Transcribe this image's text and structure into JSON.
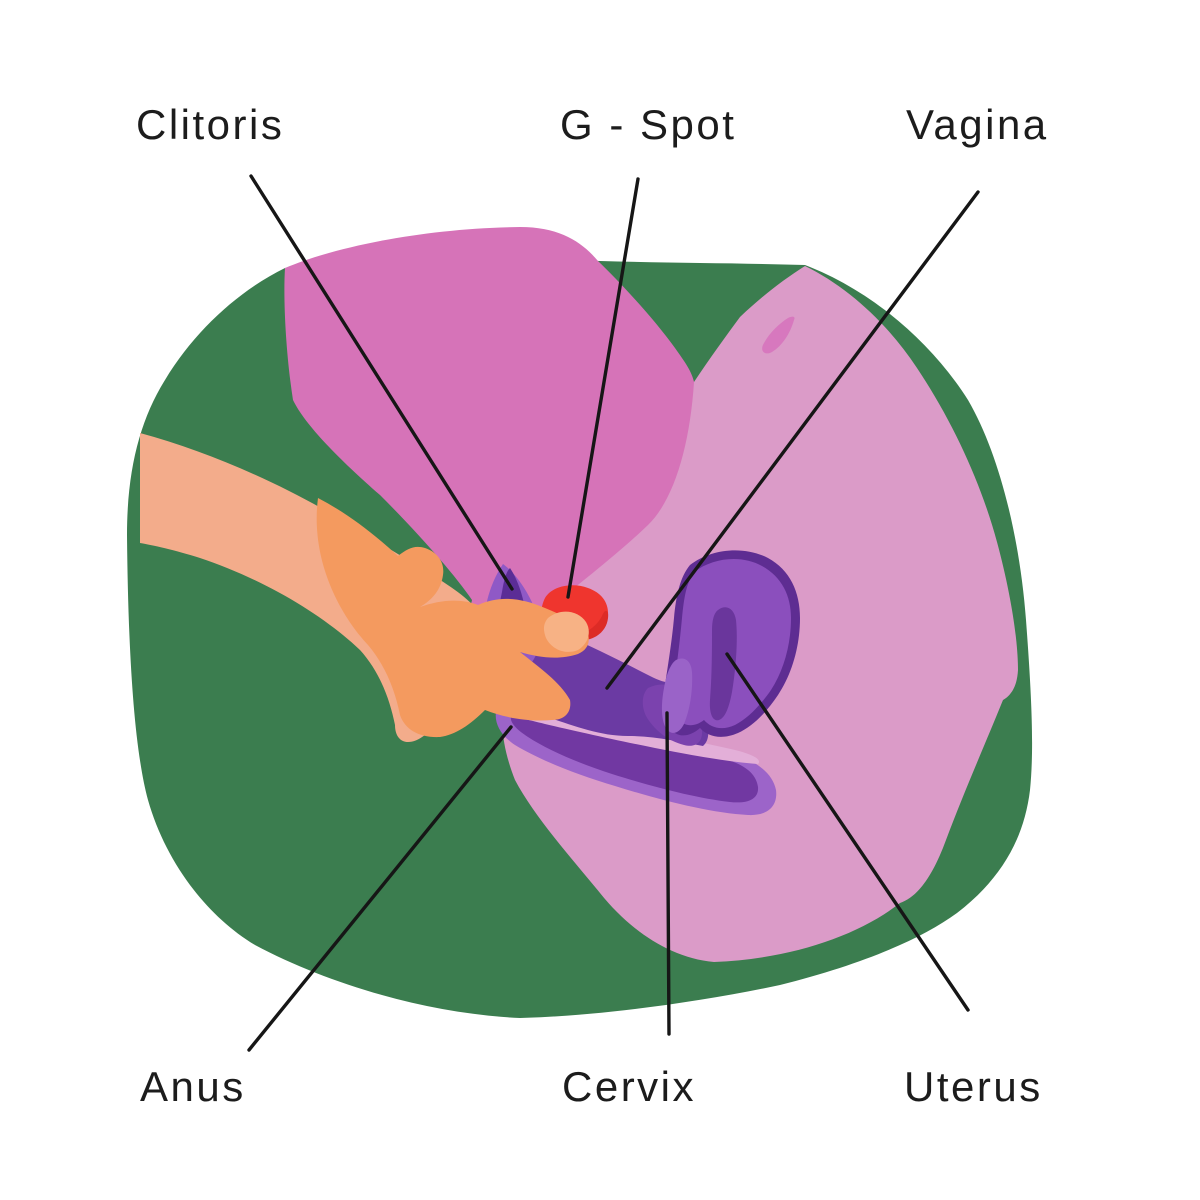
{
  "figure": {
    "type": "anatomical-diagram",
    "subject": "Side cross-section illustration of female pelvic anatomy with a hand indicating the G-Spot",
    "labels": {
      "top": [
        {
          "id": "clitoris",
          "text": "Clitoris"
        },
        {
          "id": "g_spot",
          "text": "G - Spot"
        },
        {
          "id": "vagina",
          "text": "Vagina"
        }
      ],
      "bottom": [
        {
          "id": "anus",
          "text": "Anus"
        },
        {
          "id": "cervix",
          "text": "Cervix"
        },
        {
          "id": "uterus",
          "text": "Uterus"
        }
      ]
    },
    "palette": {
      "background": "#FFFFFF",
      "green_mat": "#3B7D4F",
      "thigh_pink": "#D673B8",
      "body_light_pink": "#DB9BC8",
      "crease_pink": "#D778BE",
      "pale_pink_gap": "#E3AFD8",
      "arm_light_peach": "#F3AC8B",
      "hand_orange": "#F49A5F",
      "fingertip_highlight": "#F7B285",
      "labia_dark_purple": "#5B2D96",
      "labia_light_purple": "#8F59C6",
      "vagina_canal_purple": "#6B3AA3",
      "rectum_outer_purple": "#9C64C9",
      "rectum_inner_purple": "#7138A2",
      "uterus_outline_purple": "#5E2D92",
      "uterus_fill_purple": "#8B4FBD",
      "uterus_cavity_purple": "#6A369C",
      "uterus_lobe_purple": "#9A63C8",
      "cervix_purple": "#7B42AE",
      "g_spot_red": "#EF352E",
      "g_spot_red_dark": "#DD2B26",
      "pointer_line_color": "#161616",
      "label_color": "#1C1C1C"
    }
  }
}
